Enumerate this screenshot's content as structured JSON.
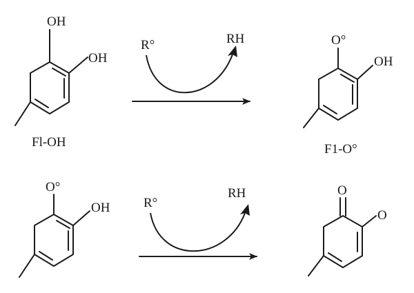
{
  "row1": {
    "reactant": {
      "top_label": "OH",
      "side_label": "OH",
      "caption": "Fl-OH"
    },
    "reaction": {
      "radical": "R°",
      "product": "RH"
    },
    "product": {
      "top_label": "O°",
      "side_label": "OH",
      "caption": "F1-O°"
    }
  },
  "row2": {
    "reactant": {
      "top_label": "O°",
      "side_label": "OH"
    },
    "reaction": {
      "radical": "R°",
      "product": "RH"
    },
    "product": {
      "top_label": "O",
      "side_label": "O"
    }
  },
  "colors": {
    "ink": "#1a1a1a",
    "background": "#ffffff"
  }
}
